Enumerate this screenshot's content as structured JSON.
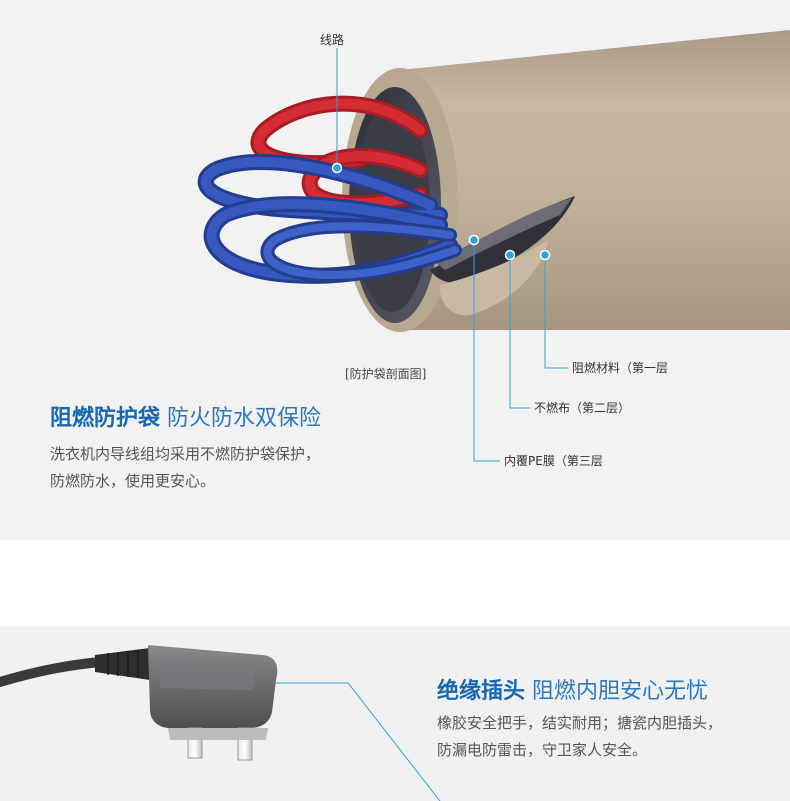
{
  "section1": {
    "title_bold": "阻燃防护袋",
    "title_normal": "防火防水双保险",
    "desc_line1": "洗衣机内导线组均采用不燃防护袋保护，",
    "desc_line2": "防燃防水，使用更安心。",
    "callouts": {
      "wires": "线路",
      "cutaway": "[防护袋剖面图]",
      "layer1": "阻燃材料（第一层",
      "layer2": "不燃布（第二层）",
      "layer3": "内覆PE膜（第三层"
    }
  },
  "section2": {
    "title_bold": "绝缘插头",
    "title_normal": "阻燃内胆安心无忧",
    "desc_line1": "橡胶安全把手，结实耐用；搪瓷内胆插头，",
    "desc_line2": "防漏电防雷击，守卫家人安全。"
  },
  "colors": {
    "accent": "#1f6fb5",
    "callout_line": "#2ba3e0",
    "sleeve": "#c2b29b",
    "wire_red": "#c8222b",
    "wire_blue": "#2e4fb0"
  }
}
